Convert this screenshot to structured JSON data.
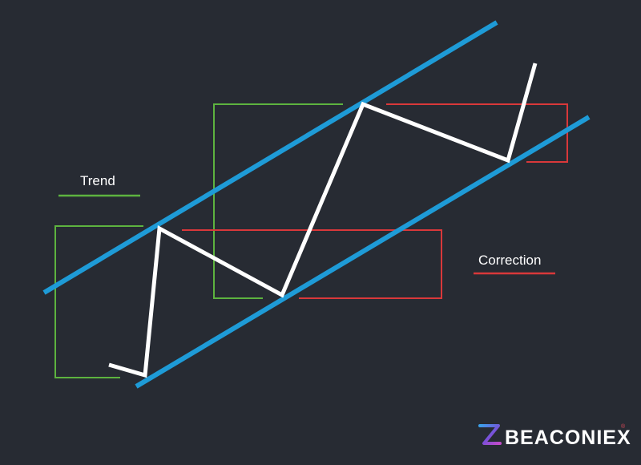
{
  "labels": {
    "trend": "Trend",
    "correction": "Correction"
  },
  "logo": {
    "text": "BEACONIEX",
    "registered_mark": "®"
  },
  "colors": {
    "background": "#272b33",
    "channel_lines": "#1e9bd7",
    "price_path": "#ffffff",
    "trend_brackets": "#5db33f",
    "correction_brackets": "#d9383a",
    "label_text": "#ffffff",
    "logo_text": "#ffffff",
    "logo_icon_gradient": [
      "#3ba0ea",
      "#7a4fd8",
      "#c44bc9"
    ],
    "logo_registered_mark": "#e04a5a"
  },
  "icons": {
    "logo": "beaconiex-logo-icon"
  }
}
